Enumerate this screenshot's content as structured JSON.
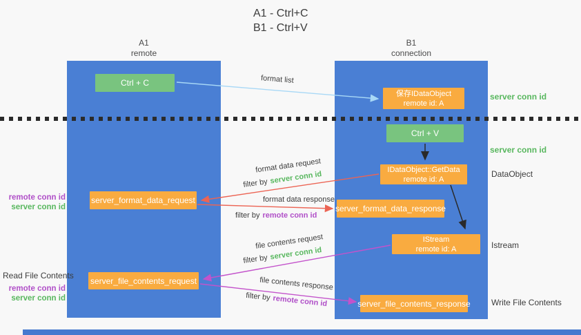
{
  "title": {
    "line1": "A1 - Ctrl+C",
    "line2": "B1 - Ctrl+V"
  },
  "lifelines": {
    "a1": {
      "id": "A1",
      "role": "remote"
    },
    "b1": {
      "id": "B1",
      "role": "connection"
    }
  },
  "nodes": {
    "ctrl_c": "Ctrl + C",
    "ctrl_v": "Ctrl + V",
    "save_idataobject_line1": "保存IDataObject",
    "save_idataobject_line2": "remote id: A",
    "getdata_line1": "IDataObject::GetData",
    "getdata_line2": "remote id: A",
    "istream_line1": "IStream",
    "istream_line2": "remote id: A",
    "format_request": "server_format_data_request",
    "format_response": "server_format_data_response",
    "file_request": "server_file_contents_request",
    "file_response": "server_file_contents_response"
  },
  "edge_labels": {
    "format_list": "format list",
    "format_data_request": "format data request",
    "format_data_response": "format data response",
    "file_contents_request": "file contents request",
    "file_contents_response": "file contents response",
    "filter_by": "filter by",
    "server_conn_id": "server conn id",
    "remote_conn_id": "remote conn id"
  },
  "side_labels": {
    "server_conn_id_top": "server conn id",
    "server_conn_id_mid": "server conn id",
    "dataobject": "DataObject",
    "istream": "Istream",
    "read_file_contents": "Read File Contents",
    "write_file_contents": "Write File Contents",
    "remote_conn_id": "remote conn id",
    "server_conn_id": "server conn id"
  },
  "colors": {
    "background": "#f8f8f8",
    "lifeline_blue": "#4a7fd4",
    "box_green": "#79c47f",
    "box_orange": "#f9ab40",
    "green_text": "#58b75e",
    "purple_text": "#b04fc8",
    "red_arrow": "#ec6454",
    "magenta_arrow": "#c353cb",
    "light_blue_arrow": "#a8d8f6",
    "black_arrow": "#2a2a2a"
  }
}
